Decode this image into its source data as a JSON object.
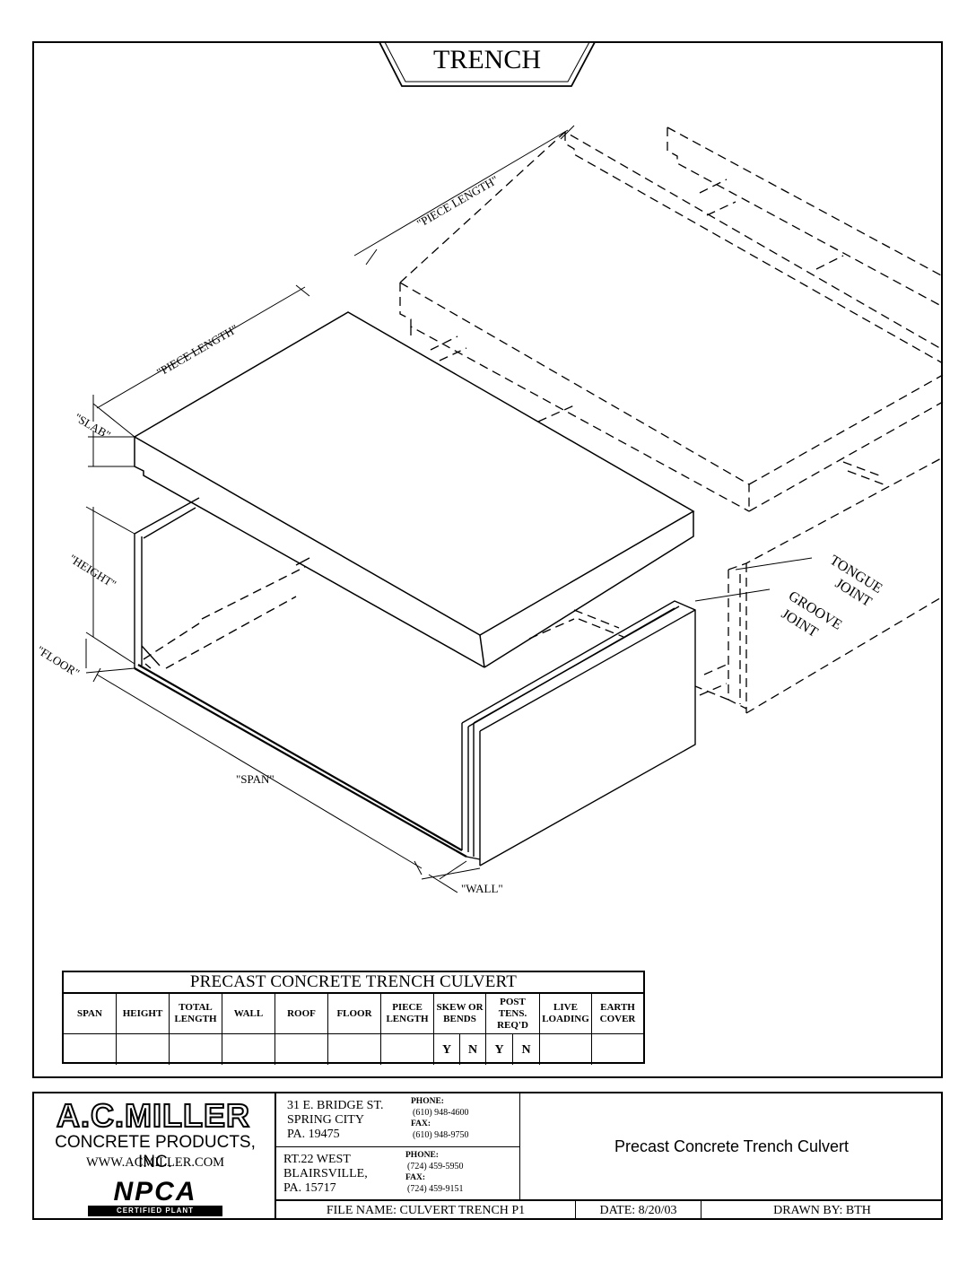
{
  "title": "TRENCH",
  "labels": {
    "piece_length_top": "\"PIECE LENGTH\"",
    "piece_length": "\"PIECE LENGTH\"",
    "slab": "\"SLAB\"",
    "height": "\"HEIGHT\"",
    "floor": "\"FLOOR\"",
    "span": "\"SPAN\"",
    "wall": "\"WALL\"",
    "tongue_1": "TONGUE",
    "tongue_2": "JOINT",
    "groove_1": "GROOVE",
    "groove_2": "JOINT"
  },
  "table": {
    "title": "PRECAST CONCRETE TRENCH CULVERT",
    "headers": [
      "SPAN",
      "HEIGHT",
      "TOTAL LENGTH",
      "WALL",
      "ROOF",
      "FLOOR",
      "PIECE LENGTH",
      "SKEW OR BENDS",
      "POST TENS. REQ'D",
      "LIVE LOADING",
      "EARTH COVER"
    ],
    "yn": [
      "Y",
      "N",
      "Y",
      "N"
    ]
  },
  "titleblock": {
    "logo_text": "A.C.MILLER",
    "company": "CONCRETE PRODUCTS, INC.",
    "website": "WWW.ACMILLER.COM",
    "npca": "NPCA",
    "npca_sub": "CERTIFIED PLANT",
    "addr1": [
      "31 E. BRIDGE ST.",
      "SPRING CITY",
      "PA. 19475"
    ],
    "phone1_label": "PHONE:",
    "phone1": "(610) 948-4600",
    "fax1_label": "FAX:",
    "fax1": "(610) 948-9750",
    "addr2": [
      "RT.22 WEST",
      "BLAIRSVILLE,",
      "PA. 15717"
    ],
    "phone2_label": "PHONE:",
    "phone2": "(724) 459-5950",
    "fax2_label": "FAX:",
    "fax2": "(724) 459-9151",
    "description": "Precast Concrete Trench Culvert",
    "file_name": "FILE NAME:  CULVERT TRENCH P1",
    "date": "DATE: 8/20/03",
    "drawn_by": "DRAWN BY: BTH"
  }
}
